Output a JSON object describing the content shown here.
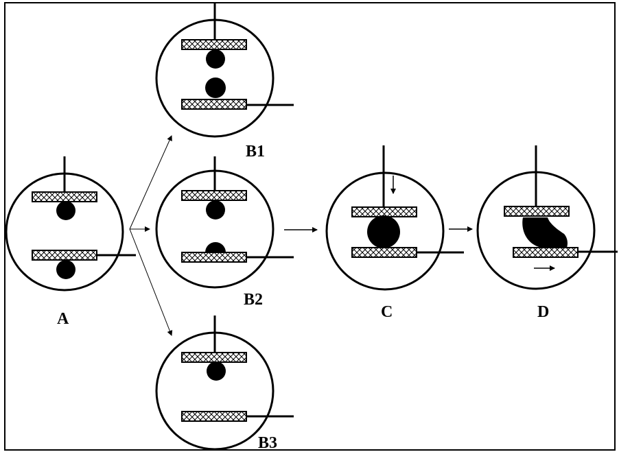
{
  "labels": {
    "a": "A",
    "b1": "B1",
    "b2": "B2",
    "b3": "B3",
    "c": "C",
    "d": "D"
  },
  "colors": {
    "line": "#000000",
    "plate_fill": "#ffffff",
    "droplet": "#000000",
    "background": "#ffffff"
  }
}
